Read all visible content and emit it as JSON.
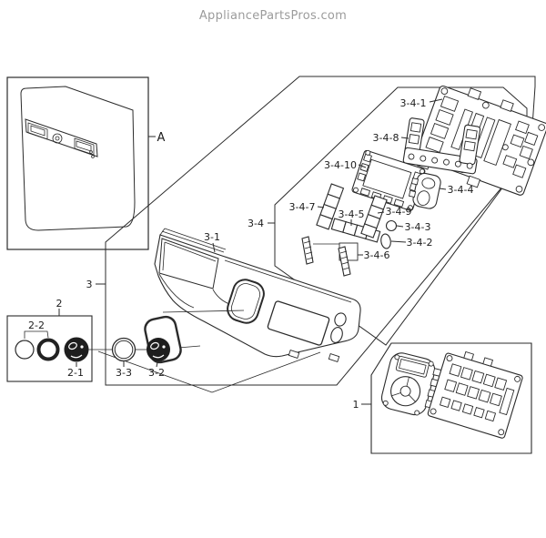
{
  "site": {
    "watermark": "AppliancePartsPros.com"
  },
  "colors": {
    "background": "#ffffff",
    "line": "#2b2b2b",
    "label_text": "#1c1c1c",
    "watermark_text": "#9b9b9b",
    "knob_fill": "#1e1e1e"
  },
  "diagram": {
    "type": "exploded-parts-diagram",
    "subject": "washer control panel assembly"
  },
  "labels": {
    "a": "A",
    "n1": "1",
    "n2": "2",
    "n3": "3",
    "n2_1": "2-1",
    "n2_2": "2-2",
    "n3_1": "3-1",
    "n3_2": "3-2",
    "n3_3": "3-3",
    "n3_4": "3-4",
    "n3_4_1": "3-4-1",
    "n3_4_2": "3-4-2",
    "n3_4_3": "3-4-3",
    "n3_4_4": "3-4-4",
    "n3_4_5": "3-4-5",
    "n3_4_6": "3-4-6",
    "n3_4_7": "3-4-7",
    "n3_4_8": "3-4-8",
    "n3_4_9": "3-4-9",
    "n3_4_10": "3-4-10"
  }
}
